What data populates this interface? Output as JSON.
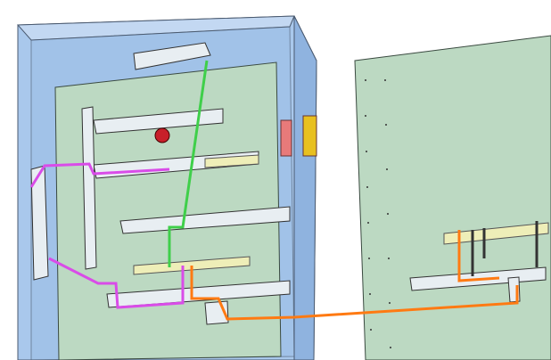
{
  "scene": {
    "colors": {
      "enclosure": "#a9c8ec",
      "backplate": "#bcd9c2",
      "rail": "#eeeeb8",
      "wire_green": "#3fcf4a",
      "wire_magenta": "#d94ce8",
      "wire_orange": "#ff7a12",
      "light": "#c8202a",
      "switch": "#e8c020"
    },
    "objects": [
      "enclosure",
      "backplate-left",
      "backplate-right",
      "din-rail",
      "wire-duct",
      "indicator-light",
      "door-switch",
      "wires"
    ]
  }
}
